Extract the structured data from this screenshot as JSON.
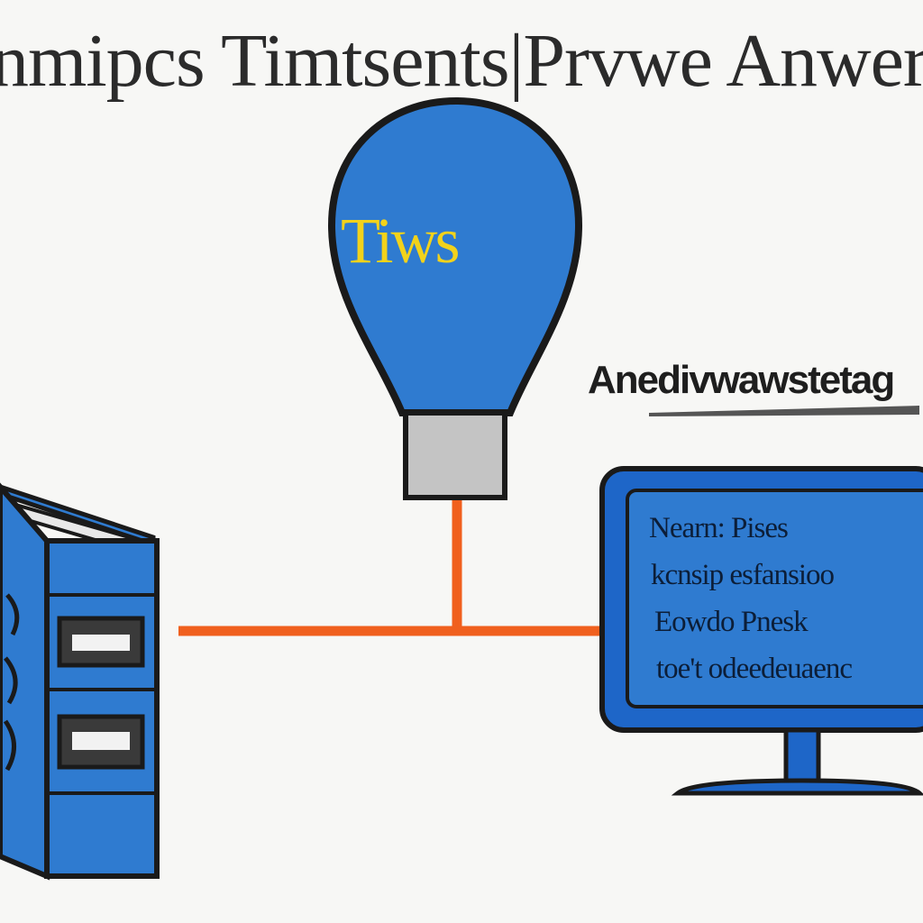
{
  "title": "nmipcs Timtsents|Prvwe Anwer",
  "bulb": {
    "label": "Tiws"
  },
  "heading": "Anedivwawstetag",
  "monitor": {
    "lines": [
      "Nearn: Pises",
      "kcnsip esfansioo",
      "Eowdo Pnesk",
      "toe't odeedeuaenc"
    ]
  },
  "colors": {
    "blue": "#2f7bd0",
    "outline": "#1a1a1a",
    "connector": "#f0601e",
    "bulb_text": "#f2d21b",
    "bulb_base": "#c4c4c4",
    "monitor_frame": "#1e66c8"
  },
  "icons": [
    "lightbulb-icon",
    "server-icon",
    "monitor-icon"
  ]
}
